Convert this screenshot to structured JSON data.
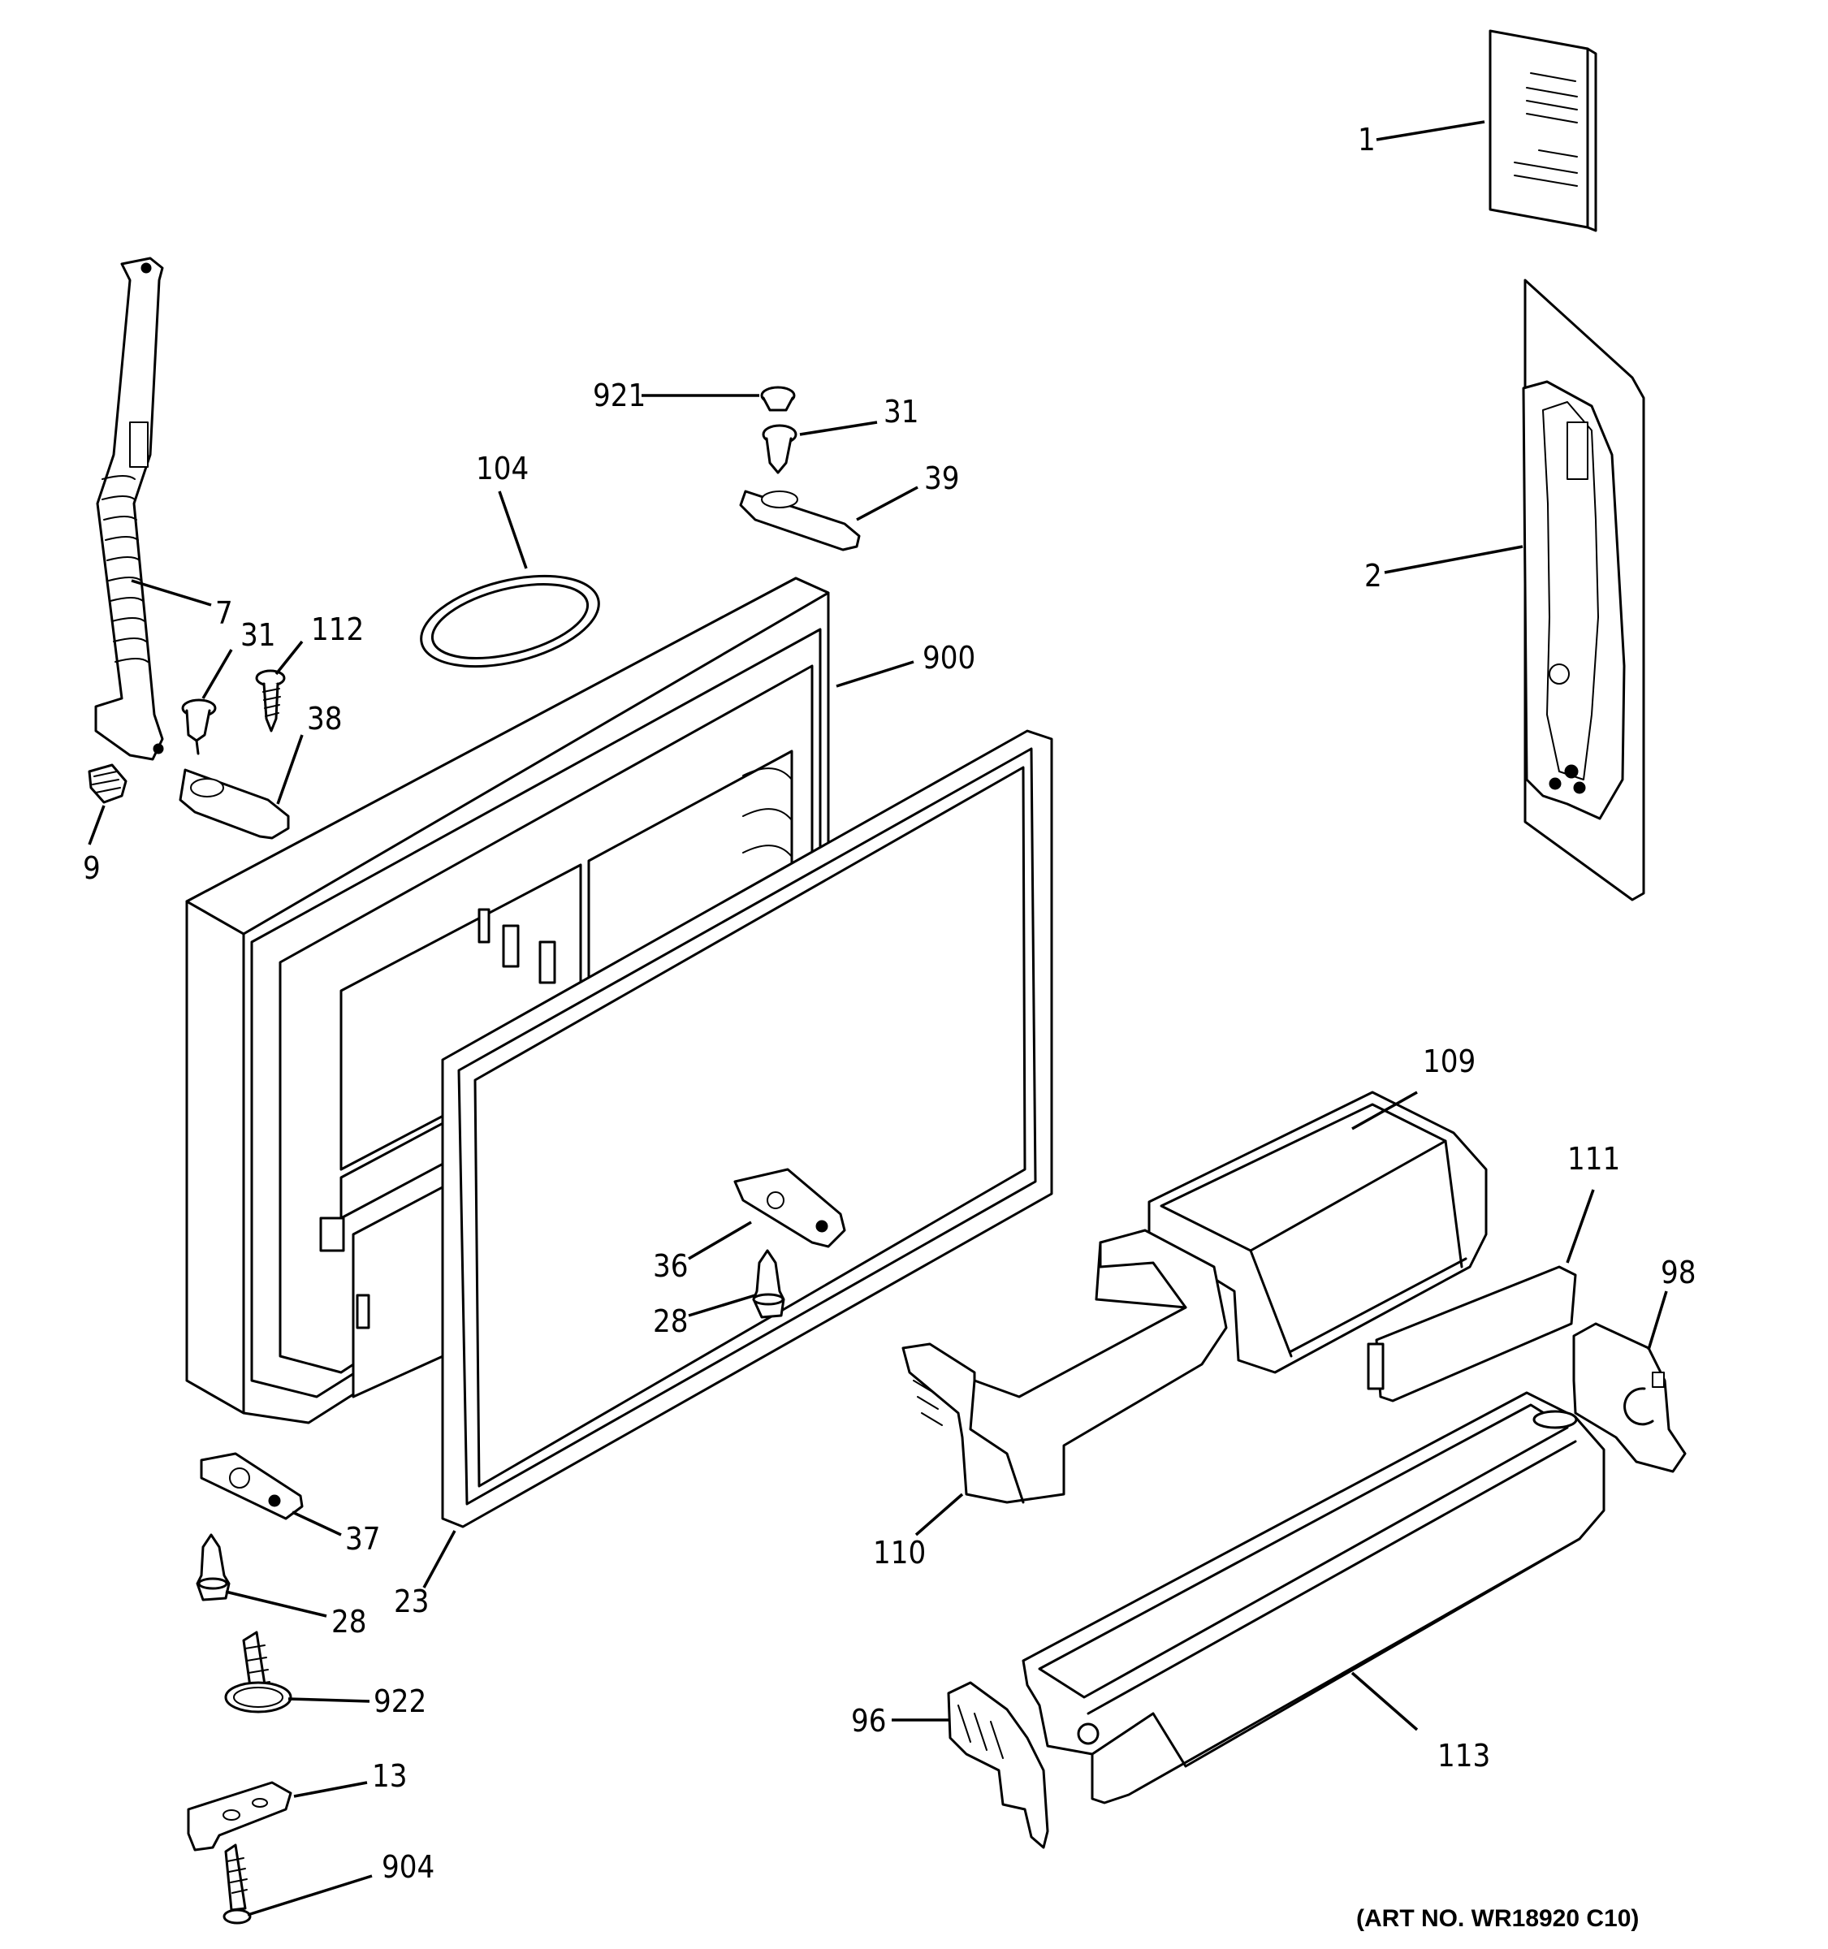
{
  "art_number": "(ART NO. WR18920 C10)",
  "callouts": {
    "c1": "1",
    "c2": "2",
    "c7": "7",
    "c9": "9",
    "c13": "13",
    "c23": "23",
    "c28a": "28",
    "c28b": "28",
    "c31a": "31",
    "c31b": "31",
    "c36": "36",
    "c37": "37",
    "c38": "38",
    "c39": "39",
    "c96": "96",
    "c98": "98",
    "c104": "104",
    "c109": "109",
    "c110": "110",
    "c111": "111",
    "c112": "112",
    "c113": "113",
    "c900": "900",
    "c904": "904",
    "c921": "921",
    "c922": "922"
  }
}
